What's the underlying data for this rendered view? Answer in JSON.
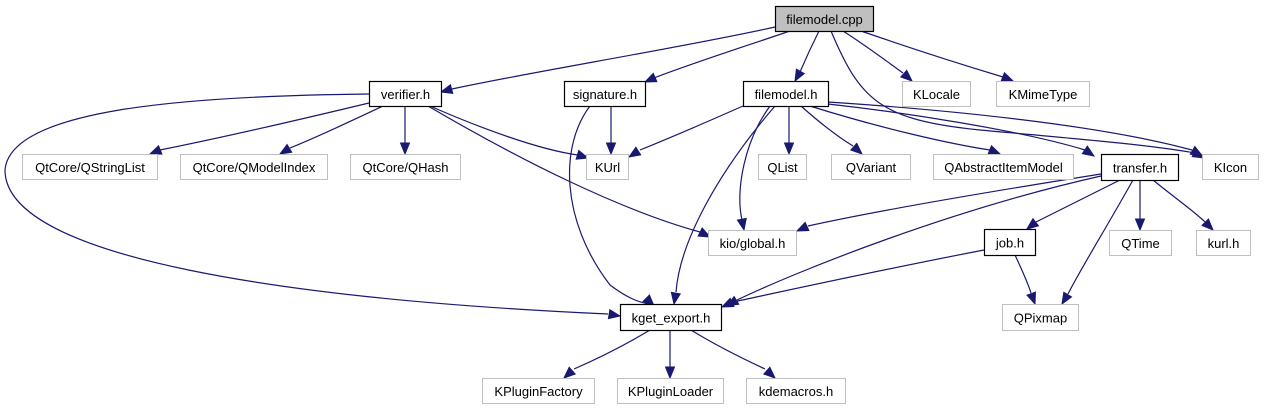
{
  "diagram": {
    "type": "include-dependency-graph",
    "colors": {
      "edge": "#191970",
      "root_fill": "#bfbfbf",
      "root_border": "#000000",
      "documented_border": "#000000",
      "external_border": "#bfbfbf",
      "node_fill": "#ffffff"
    },
    "nodes": [
      {
        "id": "filemodel_cpp",
        "label": "filemodel.cpp",
        "kind": "root"
      },
      {
        "id": "verifier_h",
        "label": "verifier.h",
        "kind": "documented"
      },
      {
        "id": "signature_h",
        "label": "signature.h",
        "kind": "documented"
      },
      {
        "id": "filemodel_h",
        "label": "filemodel.h",
        "kind": "documented"
      },
      {
        "id": "KLocale",
        "label": "KLocale",
        "kind": "external"
      },
      {
        "id": "KMimeType",
        "label": "KMimeType",
        "kind": "external"
      },
      {
        "id": "QStringList",
        "label": "QtCore/QStringList",
        "kind": "external"
      },
      {
        "id": "QModelIndex",
        "label": "QtCore/QModelIndex",
        "kind": "external"
      },
      {
        "id": "QHash",
        "label": "QtCore/QHash",
        "kind": "external"
      },
      {
        "id": "KUrl",
        "label": "KUrl",
        "kind": "external"
      },
      {
        "id": "QList",
        "label": "QList",
        "kind": "external"
      },
      {
        "id": "QVariant",
        "label": "QVariant",
        "kind": "external"
      },
      {
        "id": "QAbstractItemModel",
        "label": "QAbstractItemModel",
        "kind": "external"
      },
      {
        "id": "transfer_h",
        "label": "transfer.h",
        "kind": "documented"
      },
      {
        "id": "KIcon",
        "label": "KIcon",
        "kind": "external"
      },
      {
        "id": "kio_global_h",
        "label": "kio/global.h",
        "kind": "external"
      },
      {
        "id": "job_h",
        "label": "job.h",
        "kind": "documented"
      },
      {
        "id": "QTime",
        "label": "QTime",
        "kind": "external"
      },
      {
        "id": "kurl_h",
        "label": "kurl.h",
        "kind": "external"
      },
      {
        "id": "kget_export_h",
        "label": "kget_export.h",
        "kind": "documented"
      },
      {
        "id": "QPixmap",
        "label": "QPixmap",
        "kind": "external"
      },
      {
        "id": "KPluginFactory",
        "label": "KPluginFactory",
        "kind": "external"
      },
      {
        "id": "KPluginLoader",
        "label": "KPluginLoader",
        "kind": "external"
      },
      {
        "id": "kdemacros_h",
        "label": "kdemacros.h",
        "kind": "external"
      }
    ],
    "edges": [
      {
        "from": "filemodel_cpp",
        "to": "verifier_h"
      },
      {
        "from": "filemodel_cpp",
        "to": "signature_h"
      },
      {
        "from": "filemodel_cpp",
        "to": "filemodel_h"
      },
      {
        "from": "filemodel_cpp",
        "to": "KLocale"
      },
      {
        "from": "filemodel_cpp",
        "to": "KMimeType"
      },
      {
        "from": "filemodel_cpp",
        "to": "KIcon"
      },
      {
        "from": "verifier_h",
        "to": "QStringList"
      },
      {
        "from": "verifier_h",
        "to": "QModelIndex"
      },
      {
        "from": "verifier_h",
        "to": "QHash"
      },
      {
        "from": "verifier_h",
        "to": "KUrl"
      },
      {
        "from": "verifier_h",
        "to": "kio_global_h"
      },
      {
        "from": "verifier_h",
        "to": "kget_export_h"
      },
      {
        "from": "signature_h",
        "to": "KUrl"
      },
      {
        "from": "signature_h",
        "to": "kget_export_h"
      },
      {
        "from": "filemodel_h",
        "to": "KUrl"
      },
      {
        "from": "filemodel_h",
        "to": "QList"
      },
      {
        "from": "filemodel_h",
        "to": "QVariant"
      },
      {
        "from": "filemodel_h",
        "to": "QAbstractItemModel"
      },
      {
        "from": "filemodel_h",
        "to": "transfer_h"
      },
      {
        "from": "filemodel_h",
        "to": "KIcon"
      },
      {
        "from": "filemodel_h",
        "to": "kio_global_h"
      },
      {
        "from": "filemodel_h",
        "to": "kget_export_h"
      },
      {
        "from": "transfer_h",
        "to": "kio_global_h"
      },
      {
        "from": "transfer_h",
        "to": "job_h"
      },
      {
        "from": "transfer_h",
        "to": "QTime"
      },
      {
        "from": "transfer_h",
        "to": "kurl_h"
      },
      {
        "from": "transfer_h",
        "to": "kget_export_h"
      },
      {
        "from": "transfer_h",
        "to": "QPixmap"
      },
      {
        "from": "job_h",
        "to": "kget_export_h"
      },
      {
        "from": "job_h",
        "to": "QPixmap"
      },
      {
        "from": "kget_export_h",
        "to": "KPluginFactory"
      },
      {
        "from": "kget_export_h",
        "to": "KPluginLoader"
      },
      {
        "from": "kget_export_h",
        "to": "kdemacros_h"
      }
    ]
  }
}
